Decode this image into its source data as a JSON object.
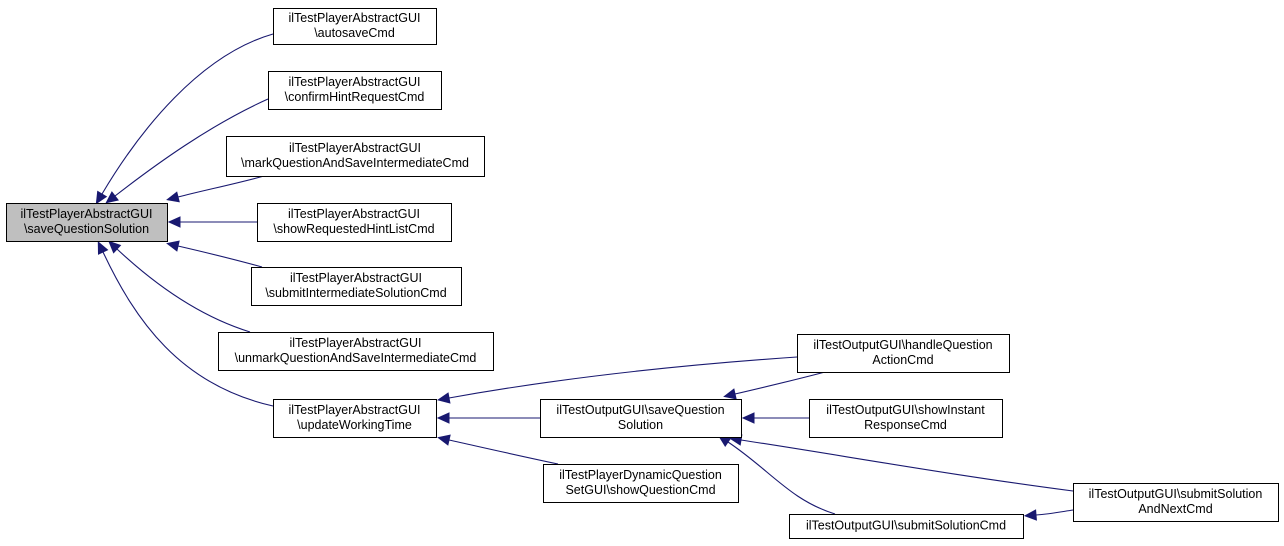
{
  "colors": {
    "edge": "#191970",
    "node_fill": "#ffffff",
    "focus_fill": "#bfbfbf",
    "node_border": "#000000"
  },
  "nodes": [
    {
      "id": "n0",
      "lines": [
        "ilTestPlayerAbstractGUI",
        "\\saveQuestionSolution"
      ],
      "focus": true
    },
    {
      "id": "n1",
      "lines": [
        "ilTestPlayerAbstractGUI",
        "\\autosaveCmd"
      ]
    },
    {
      "id": "n2",
      "lines": [
        "ilTestPlayerAbstractGUI",
        "\\confirmHintRequestCmd"
      ]
    },
    {
      "id": "n3",
      "lines": [
        "ilTestPlayerAbstractGUI",
        "\\markQuestionAndSaveIntermediateCmd"
      ]
    },
    {
      "id": "n4",
      "lines": [
        "ilTestPlayerAbstractGUI",
        "\\showRequestedHintListCmd"
      ]
    },
    {
      "id": "n5",
      "lines": [
        "ilTestPlayerAbstractGUI",
        "\\submitIntermediateSolutionCmd"
      ]
    },
    {
      "id": "n6",
      "lines": [
        "ilTestPlayerAbstractGUI",
        "\\unmarkQuestionAndSaveIntermediateCmd"
      ]
    },
    {
      "id": "n7",
      "lines": [
        "ilTestPlayerAbstractGUI",
        "\\updateWorkingTime"
      ]
    },
    {
      "id": "n8",
      "lines": [
        "ilTestOutputGUI\\saveQuestion",
        "Solution"
      ]
    },
    {
      "id": "n9",
      "lines": [
        "ilTestPlayerDynamicQuestion",
        "SetGUI\\showQuestionCmd"
      ]
    },
    {
      "id": "n10",
      "lines": [
        "ilTestOutputGUI\\handleQuestion",
        "ActionCmd"
      ]
    },
    {
      "id": "n11",
      "lines": [
        "ilTestOutputGUI\\showInstant",
        "ResponseCmd"
      ]
    },
    {
      "id": "n12",
      "lines": [
        "ilTestOutputGUI\\submitSolutionCmd"
      ]
    },
    {
      "id": "n13",
      "lines": [
        "ilTestOutputGUI\\submitSolution",
        "AndNextCmd"
      ]
    }
  ],
  "edges": [
    {
      "from": "n1",
      "to": "n0"
    },
    {
      "from": "n2",
      "to": "n0"
    },
    {
      "from": "n3",
      "to": "n0"
    },
    {
      "from": "n4",
      "to": "n0"
    },
    {
      "from": "n5",
      "to": "n0"
    },
    {
      "from": "n6",
      "to": "n0"
    },
    {
      "from": "n7",
      "to": "n0"
    },
    {
      "from": "n8",
      "to": "n7"
    },
    {
      "from": "n9",
      "to": "n7"
    },
    {
      "from": "n10",
      "to": "n8"
    },
    {
      "from": "n11",
      "to": "n8"
    },
    {
      "from": "n12",
      "to": "n8"
    },
    {
      "from": "n13",
      "to": "n8"
    },
    {
      "from": "n10",
      "to": "n7"
    },
    {
      "from": "n13",
      "to": "n12"
    }
  ]
}
